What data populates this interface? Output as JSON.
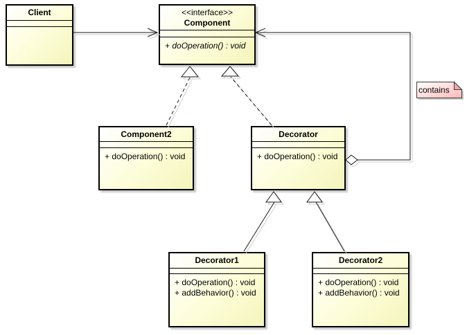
{
  "diagram": {
    "classes": {
      "client": {
        "name": "Client",
        "operations": []
      },
      "component": {
        "stereotype": "<<interface>>",
        "name": "Component",
        "operations": [
          "+ doOperation() : void"
        ]
      },
      "component2": {
        "name": "Component2",
        "operations": [
          "+ doOperation() : void"
        ]
      },
      "decorator": {
        "name": "Decorator",
        "operations": [
          "+ doOperation() : void"
        ]
      },
      "decorator1": {
        "name": "Decorator1",
        "operations": [
          "+ doOperation() : void",
          "+ addBehavior() : void"
        ]
      },
      "decorator2": {
        "name": "Decorator2",
        "operations": [
          "+ doOperation() : void",
          "+ addBehavior() : void"
        ]
      }
    },
    "note": {
      "text": "contains"
    },
    "relationships": [
      {
        "type": "association",
        "from": "Client",
        "to": "Component"
      },
      {
        "type": "realization",
        "from": "Component2",
        "to": "Component"
      },
      {
        "type": "realization",
        "from": "Decorator",
        "to": "Component"
      },
      {
        "type": "generalization",
        "from": "Decorator1",
        "to": "Decorator"
      },
      {
        "type": "generalization",
        "from": "Decorator2",
        "to": "Decorator"
      },
      {
        "type": "aggregation",
        "from": "Decorator",
        "to": "Component",
        "label": "contains"
      }
    ],
    "colors": {
      "class_fill_light": "#ffffff",
      "class_fill_dark": "#f4f4bc",
      "class_border": "#000000",
      "note_fill_light": "#ffffff",
      "note_fill_dark": "#ffb9b9",
      "note_fold": "#eeaaaa",
      "connector": "#1a1a1a",
      "shadow": "#c9c9c9"
    }
  }
}
